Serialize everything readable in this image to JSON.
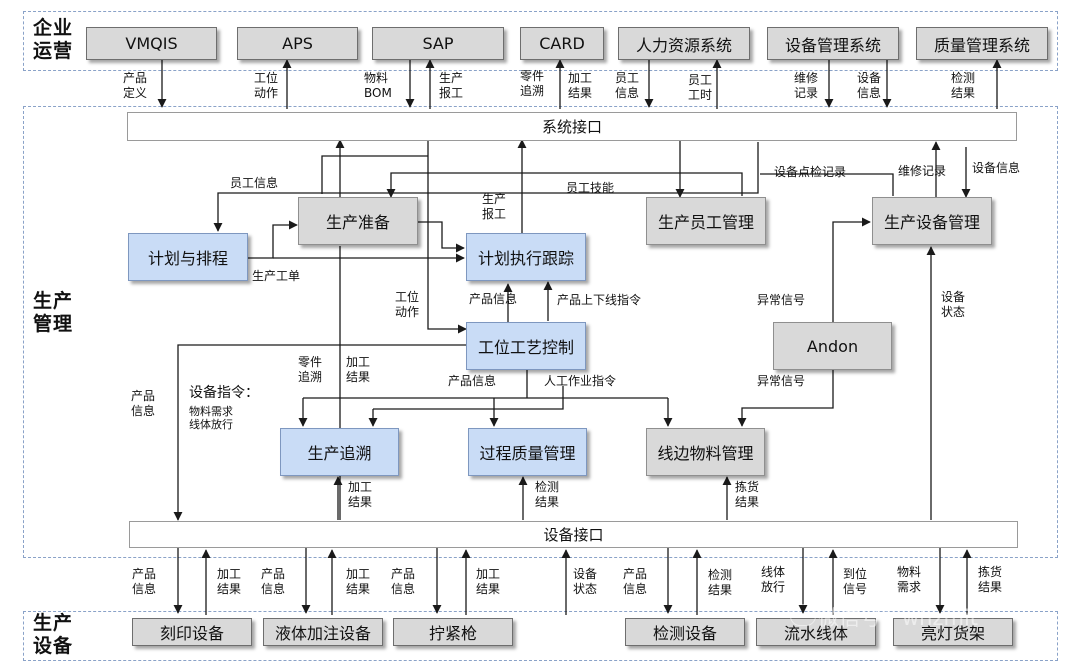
{
  "zones": {
    "enterprise": {
      "line1": "企业",
      "line2": "运营"
    },
    "production": {
      "line1": "生产",
      "line2": "管理"
    },
    "equipment": {
      "line1": "生产",
      "line2": "设备"
    }
  },
  "systems": [
    "VMQIS",
    "APS",
    "SAP",
    "CARD",
    "人力资源系统",
    "设备管理系统",
    "质量管理系统"
  ],
  "system_interface": "系统接口",
  "device_interface": "设备接口",
  "modules": {
    "planning": "计划与排程",
    "prep": "生产准备",
    "exec_tracking": "计划执行跟踪",
    "staff_mgmt": "生产员工管理",
    "equipment_mgmt": "生产设备管理",
    "process_control": "工位工艺控制",
    "andon": "Andon",
    "traceability": "生产追溯",
    "quality": "过程质量管理",
    "material": "线边物料管理"
  },
  "devices": [
    "刻印设备",
    "液体加注设备",
    "拧紧枪",
    "检测设备",
    "流水线体",
    "亮灯货架"
  ],
  "labels": {
    "top_product_def": [
      "产品",
      "定义"
    ],
    "top_station_action": [
      "工位",
      "动作"
    ],
    "top_material_bom": [
      "物料",
      "BOM"
    ],
    "top_report": [
      "生产",
      "报工"
    ],
    "top_parts_trace": [
      "零件",
      "追溯"
    ],
    "top_process_result": [
      "加工",
      "结果"
    ],
    "top_staff_info": [
      "员工",
      "信息"
    ],
    "top_staff_hours": [
      "员工",
      "工时"
    ],
    "top_repair_record": [
      "维修",
      "记录"
    ],
    "top_equip_info": [
      "设备",
      "信息"
    ],
    "top_inspect_result": [
      "检测",
      "结果"
    ],
    "mid_staff_info": "员工信息",
    "mid_staff_skill": "员工技能",
    "mid_check_record": "设备点检记录",
    "mid_repair_record": "维修记录",
    "mid_equip_info": "设备信息",
    "mid_report": [
      "生产",
      "报工"
    ],
    "mid_work_order": "生产工单",
    "mid_station_action": [
      "工位",
      "动作"
    ],
    "mid_product_info_a": "产品信息",
    "mid_line_cmd": "产品上下线指令",
    "mid_abnormal_a": "异常信号",
    "mid_equip_status": [
      "设备",
      "状态"
    ],
    "mid_product_info_left": [
      "产品",
      "信息"
    ],
    "mid_equip_cmd": "设备指令：",
    "mid_equip_cmd_sub": [
      "物料需求",
      "线体放行"
    ],
    "mid_parts_trace": [
      "零件",
      "追溯"
    ],
    "mid_process_result": [
      "加工",
      "结果"
    ],
    "mid_product_info_b": "产品信息",
    "mid_manual_cmd": "人工作业指令",
    "mid_abnormal_b": "异常信号",
    "mid_trace_result": [
      "加工",
      "结果"
    ],
    "mid_inspect_result": [
      "检测",
      "结果"
    ],
    "mid_pick_result": [
      "拣货",
      "结果"
    ],
    "bot_product_info_1": [
      "产品",
      "信息"
    ],
    "bot_process_result_1": [
      "加工",
      "结果"
    ],
    "bot_product_info_2": [
      "产品",
      "信息"
    ],
    "bot_process_result_2": [
      "加工",
      "结果"
    ],
    "bot_product_info_3": [
      "产品",
      "信息"
    ],
    "bot_process_result_3": [
      "加工",
      "结果"
    ],
    "bot_equip_status": [
      "设备",
      "状态"
    ],
    "bot_product_info_4": [
      "产品",
      "信息"
    ],
    "bot_inspect_result": [
      "检测",
      "结果"
    ],
    "bot_line_release": [
      "线体",
      "放行"
    ],
    "bot_arrival_signal": [
      "到位",
      "信号"
    ],
    "bot_material_need": [
      "物料",
      "需求"
    ],
    "bot_pick_result": [
      "拣货",
      "结果"
    ]
  },
  "watermark": "微信号：whzmit",
  "colors": {
    "module_blue": "#c9dcf6",
    "module_grey": "#d9d9d9",
    "zone_border": "#8aa2c8",
    "line": "#1a1a1a"
  }
}
